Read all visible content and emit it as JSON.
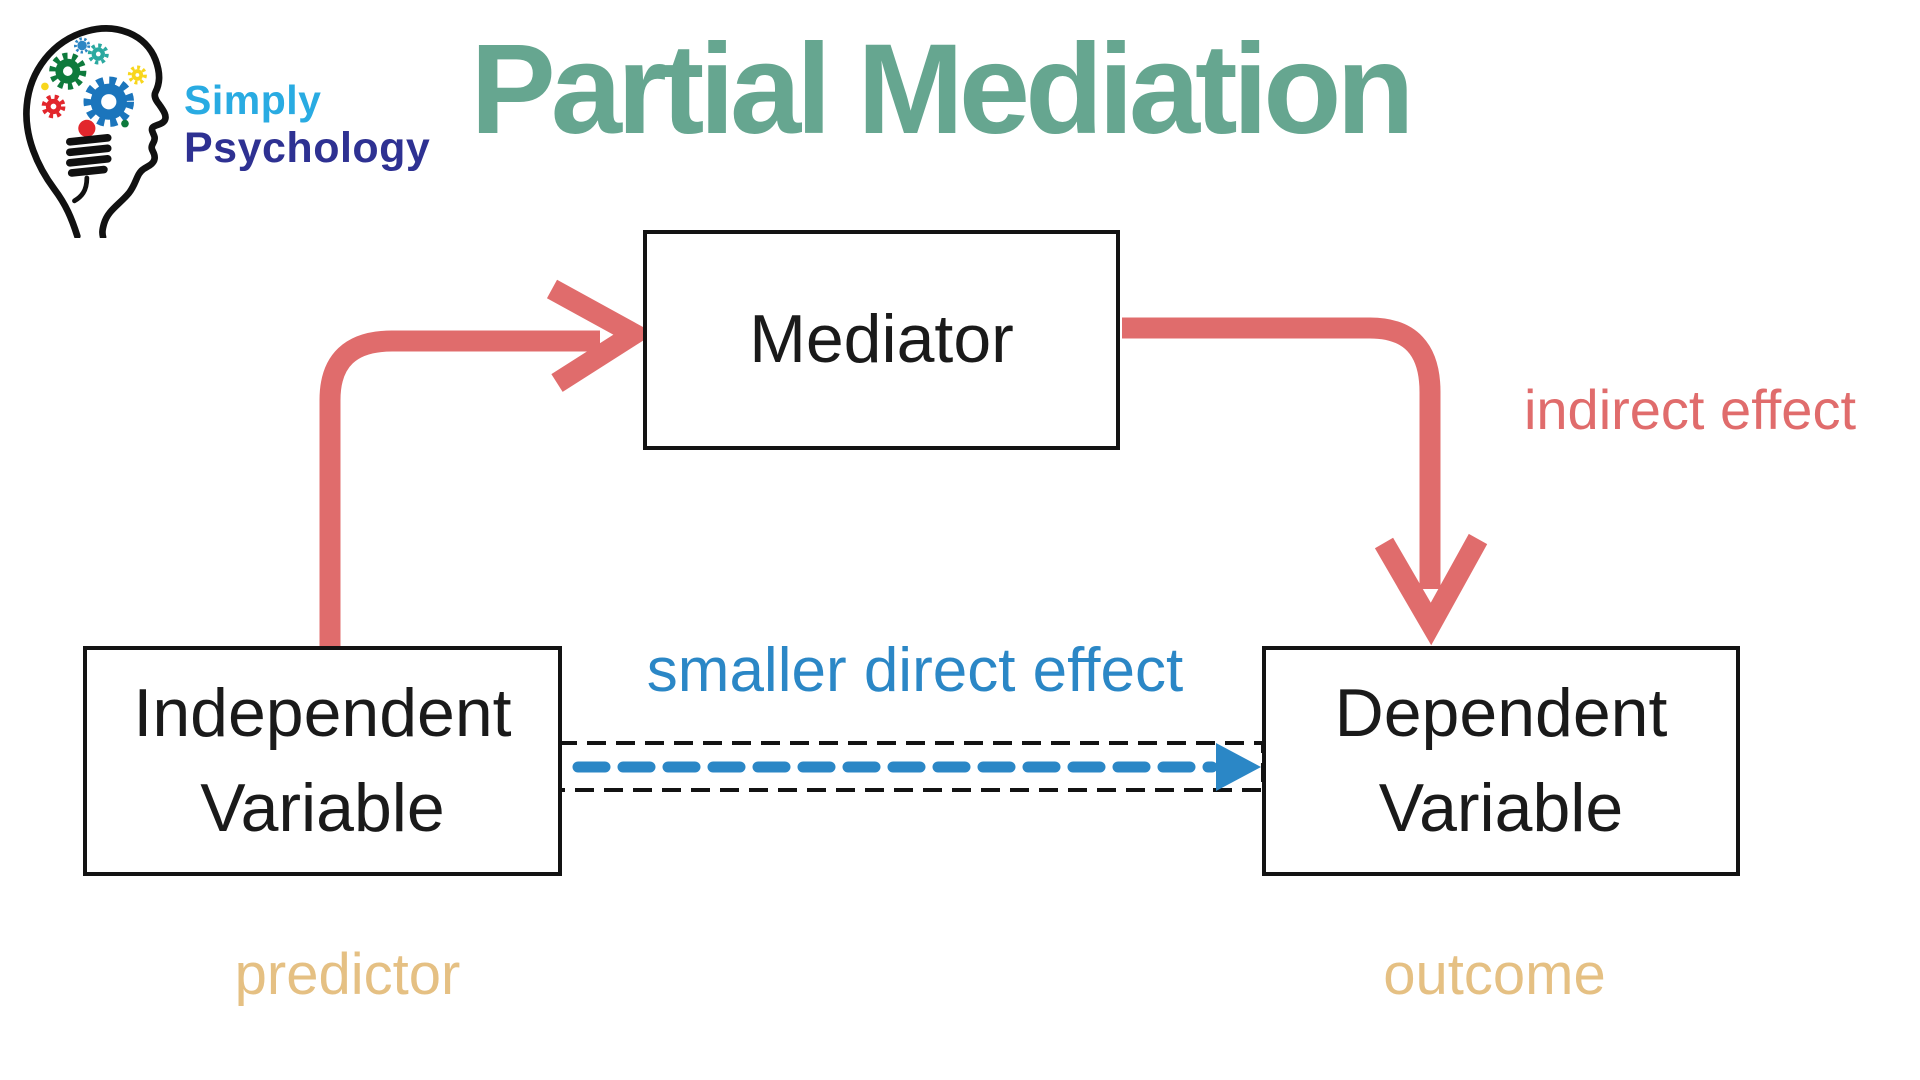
{
  "colors": {
    "title": "#66A690",
    "salmon": "#E06C6C",
    "blue": "#2B87C6",
    "tan": "#E5C083",
    "ink": "#131313",
    "logo_light_blue": "#29ABE2",
    "logo_indigo": "#2E3192"
  },
  "logo": {
    "line1": "Simply",
    "line2": "Psychology"
  },
  "title": "Partial Mediation",
  "boxes": {
    "mediator": {
      "label": "Mediator"
    },
    "independent": {
      "line1": "Independent",
      "line2": "Variable"
    },
    "dependent": {
      "line1": "Dependent",
      "line2": "Variable"
    }
  },
  "labels": {
    "indirect": "indirect effect",
    "direct": "smaller direct effect",
    "predictor": "predictor",
    "outcome": "outcome"
  }
}
